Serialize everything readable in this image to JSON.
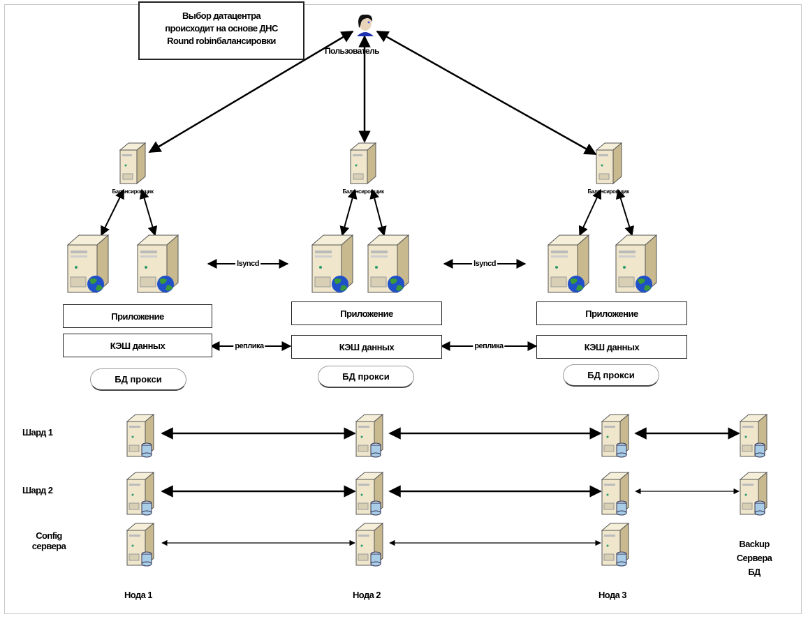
{
  "note": {
    "lines": [
      "Выбор датацентра",
      "происходит на основе ДНС",
      "Round robinбалансировки"
    ]
  },
  "user": {
    "label": "Пользователь",
    "icon": "user-icon"
  },
  "datacenters": [
    {
      "balancer_label": "Балансировщик",
      "app_label": "Приложение",
      "cache_label": "КЭШ данных",
      "proxy_label": "БД прокси"
    },
    {
      "balancer_label": "Балансировщик",
      "app_label": "Приложение",
      "cache_label": "КЭШ данных",
      "proxy_label": "БД прокси"
    },
    {
      "balancer_label": "Балансировщик",
      "app_label": "Приложение",
      "cache_label": "КЭШ данных",
      "proxy_label": "БД прокси"
    }
  ],
  "edges": {
    "sync_label": "lsyncd",
    "replica_label": "реплика"
  },
  "rows": [
    {
      "label": "Шард 1"
    },
    {
      "label": "Шард 2"
    },
    {
      "label_line1": "Config",
      "label_line2": "сервера"
    }
  ],
  "nodes": [
    "Нода 1",
    "Нода 2",
    "Нода 3"
  ],
  "backup": {
    "line1": "Backup",
    "line2": "Сервера",
    "line3": "БД"
  },
  "colors": {
    "server_front": "#efe6cc",
    "server_side": "#c9b98f",
    "db": "#a9cde6",
    "globe_land": "#3a9a3a",
    "globe_sea": "#2050c8",
    "user_shirt": "#1e2fb0"
  }
}
